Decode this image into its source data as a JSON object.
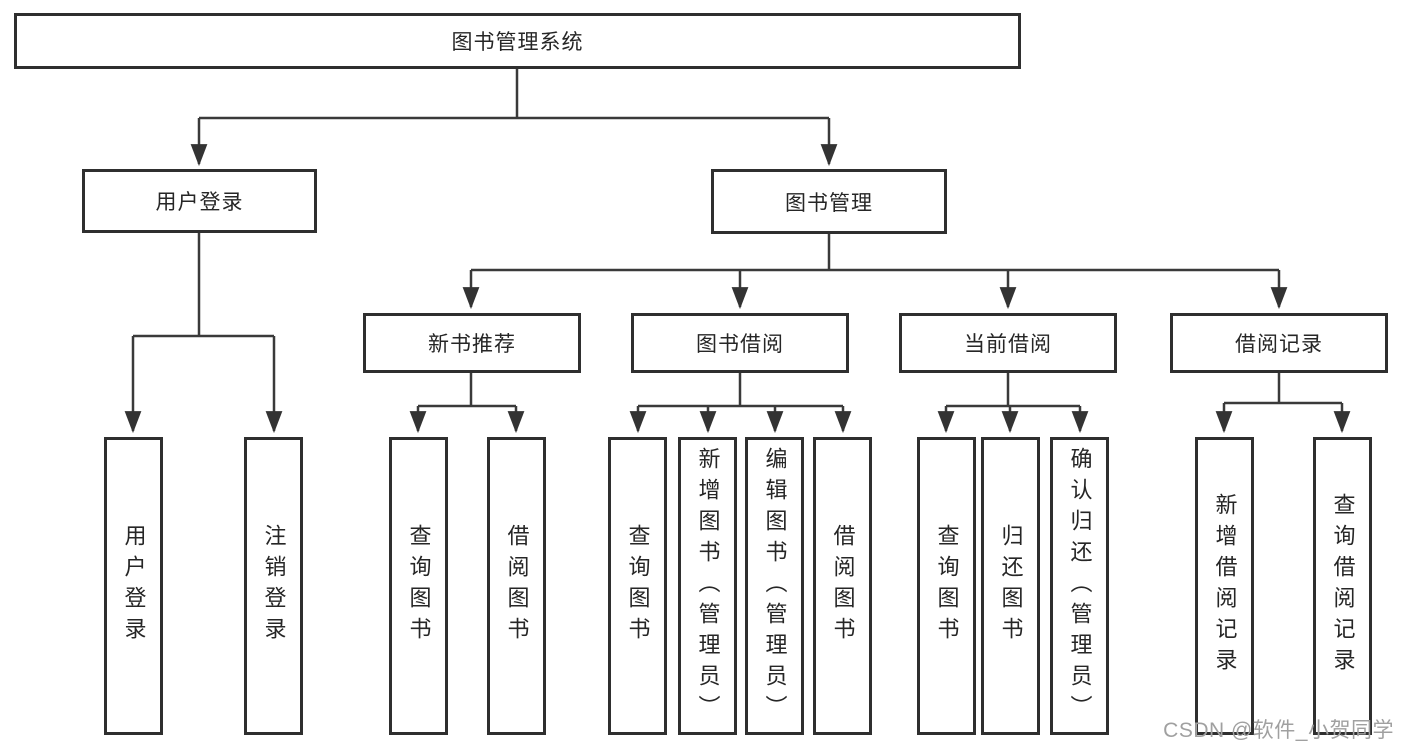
{
  "diagram": {
    "type": "hierarchy-tree",
    "root": {
      "label": "图书管理系统"
    },
    "branches": [
      {
        "label": "用户登录",
        "children": [
          {
            "label": "用户登录"
          },
          {
            "label": "注销登录"
          }
        ]
      },
      {
        "label": "图书管理",
        "children": [
          {
            "label": "新书推荐",
            "children": [
              {
                "label": "查询图书"
              },
              {
                "label": "借阅图书"
              }
            ]
          },
          {
            "label": "图书借阅",
            "children": [
              {
                "label": "查询图书"
              },
              {
                "label": "新增图书（管理员）"
              },
              {
                "label": "编辑图书（管理员）"
              },
              {
                "label": "借阅图书"
              }
            ]
          },
          {
            "label": "当前借阅",
            "children": [
              {
                "label": "查询图书"
              },
              {
                "label": "归还图书"
              },
              {
                "label": "确认归还（管理员）"
              }
            ]
          },
          {
            "label": "借阅记录",
            "children": [
              {
                "label": "新增借阅记录"
              },
              {
                "label": "查询借阅记录"
              }
            ]
          }
        ]
      }
    ],
    "watermark": "CSDN @软件_小贺同学",
    "colors": {
      "line": "#3a3a3a",
      "border": "#2f2f2f",
      "text": "#262626",
      "background": "#ffffff",
      "watermark": "#a0a0a0"
    }
  }
}
